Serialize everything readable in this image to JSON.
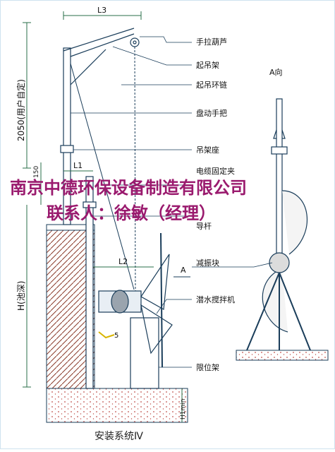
{
  "labels": {
    "hand_hoist": "手拉葫芦",
    "lifting_frame": "起吊架",
    "lifting_chain": "起吊环链",
    "handle": "盘动手把",
    "frame_seat": "吊架座",
    "cable_clamp": "电缆固定夹",
    "guide_rod": "导杆",
    "damper": "减振块",
    "mixer": "潜水搅拌机",
    "limit_frame": "限位架",
    "view_a": "A向",
    "arrow_a": "A"
  },
  "dimensions": {
    "l3": "L3",
    "l1": "L1",
    "l2": "L2",
    "height_2050": "2050(用户自定)",
    "h_depth": "H(池深)",
    "dim_150": "150",
    "dim_5": "5",
    "h1_min": "H1min"
  },
  "watermark": {
    "line1": "南京中德环保设备制造有限公司",
    "line2": "联系人：徐敏（经理）",
    "color": "#9a1a6e"
  },
  "caption": "安装系统Ⅳ",
  "colors": {
    "line": "#1a3d5a",
    "accent": "#2a6fb0",
    "hatch": "#8a3a2a",
    "ground": "#c0504a"
  }
}
